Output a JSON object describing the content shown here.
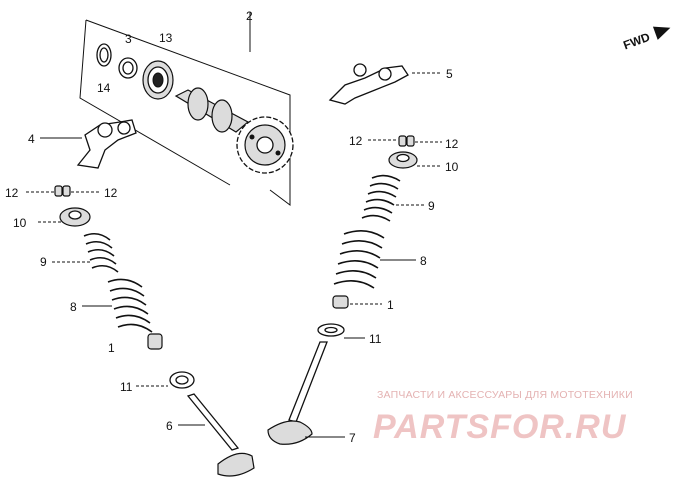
{
  "diagram": {
    "direction_label": "FWD",
    "callouts": {
      "c2": "2",
      "c3": "3",
      "c13": "13",
      "c14": "14",
      "c5": "5",
      "c4": "4",
      "c12a": "12",
      "c12b": "12",
      "c10a": "10",
      "c9a": "9",
      "c8a": "8",
      "c1a": "1",
      "c11a": "11",
      "c6": "6",
      "c12c": "12",
      "c12d": "12",
      "c10b": "10",
      "c9b": "9",
      "c8b": "8",
      "c1b": "1",
      "c11b": "11",
      "c7": "7"
    }
  },
  "watermark": {
    "subtitle": "ЗАПЧАСТИ И АКСЕССУАРЫ ДЛЯ МОТОТЕХНИКИ",
    "brand": "PARTSFOR.RU",
    "color": "#e8b4b4"
  }
}
